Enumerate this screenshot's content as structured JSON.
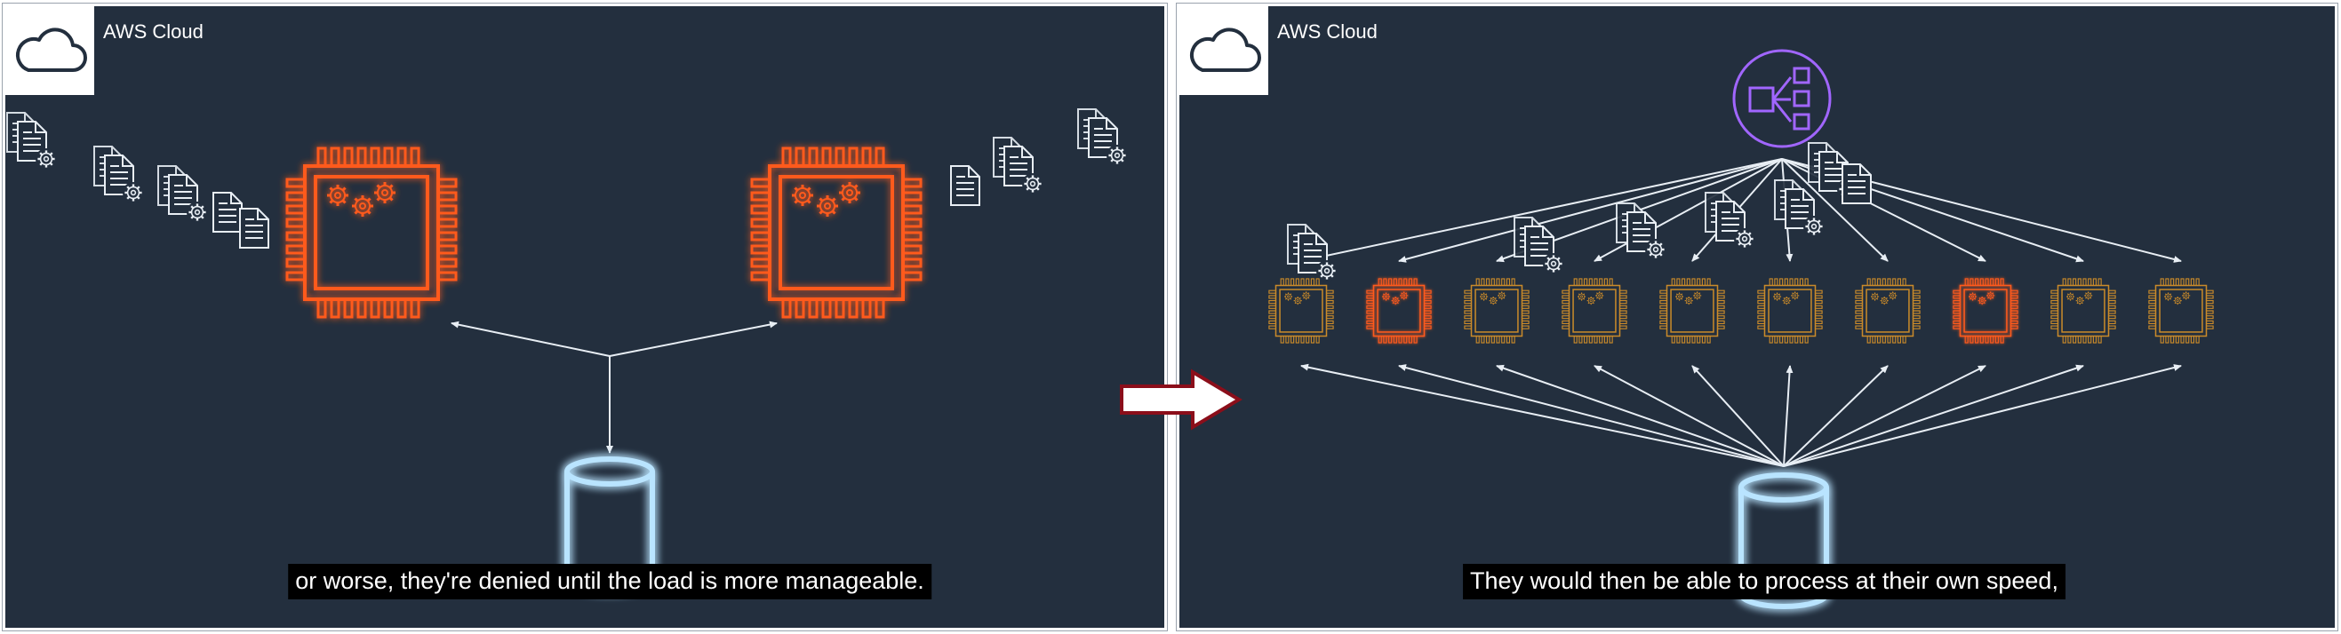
{
  "left_panel": {
    "cloud_label": "AWS Cloud",
    "caption": "or worse, they're denied until the load is more manageable."
  },
  "right_panel": {
    "cloud_label": "AWS Cloud",
    "caption": "They would then be able to process at their own speed,",
    "instance_count": 10,
    "highlighted_instances": [
      2,
      8
    ]
  },
  "colors": {
    "background": "#232f3e",
    "instance_orange": "#ff5a1f",
    "instance_dim": "#c98a2a",
    "queue_purple": "#a166ff",
    "database_glow": "#b9e4ff",
    "transition_arrow": "#8b0e1a"
  },
  "icons": [
    "cloud-icon",
    "server-chip-icon",
    "gears-icon",
    "document-gear-icon",
    "database-icon",
    "queue-icon"
  ]
}
